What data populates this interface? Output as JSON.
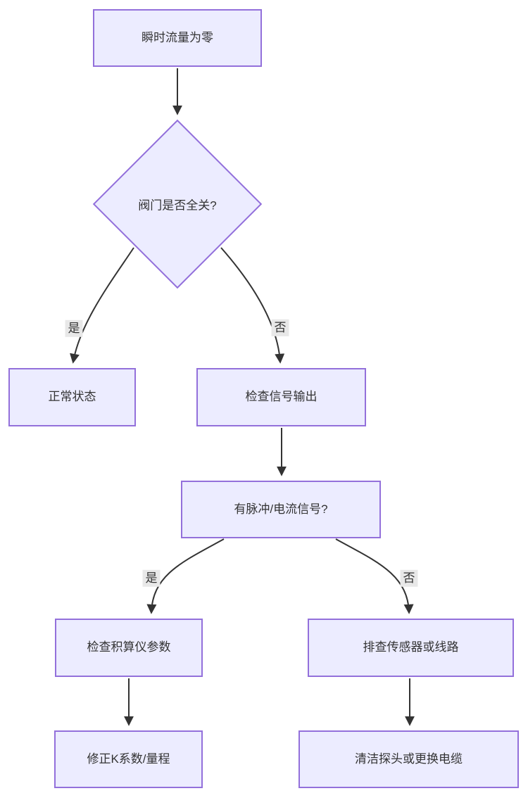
{
  "diagram": {
    "type": "flowchart",
    "direction": "top-down",
    "nodes": [
      {
        "id": "A",
        "shape": "rect",
        "label": "瞬时流量为零"
      },
      {
        "id": "B",
        "shape": "diamond",
        "label": "阀门是否全关?"
      },
      {
        "id": "C",
        "shape": "rect",
        "label": "正常状态"
      },
      {
        "id": "D",
        "shape": "rect",
        "label": "检查信号输出"
      },
      {
        "id": "E",
        "shape": "rect",
        "label": "有脉冲/电流信号?"
      },
      {
        "id": "F",
        "shape": "rect",
        "label": "检查积算仪参数"
      },
      {
        "id": "G",
        "shape": "rect",
        "label": "排查传感器或线路"
      },
      {
        "id": "H",
        "shape": "rect",
        "label": "修正K系数/量程"
      },
      {
        "id": "I",
        "shape": "rect",
        "label": "清洁探头或更换电缆"
      }
    ],
    "edges": [
      {
        "from": "A",
        "to": "B",
        "label": ""
      },
      {
        "from": "B",
        "to": "C",
        "label": "是"
      },
      {
        "from": "B",
        "to": "D",
        "label": "否"
      },
      {
        "from": "D",
        "to": "E",
        "label": ""
      },
      {
        "from": "E",
        "to": "F",
        "label": "是"
      },
      {
        "from": "E",
        "to": "G",
        "label": "否"
      },
      {
        "from": "F",
        "to": "H",
        "label": ""
      },
      {
        "from": "G",
        "to": "I",
        "label": ""
      }
    ],
    "colors": {
      "node_fill": "#ECECFF",
      "node_border": "#9370DB",
      "edge_line": "#333333",
      "edge_label_bg": "#e8e8e8",
      "text": "#333333",
      "background": "#ffffff"
    }
  }
}
